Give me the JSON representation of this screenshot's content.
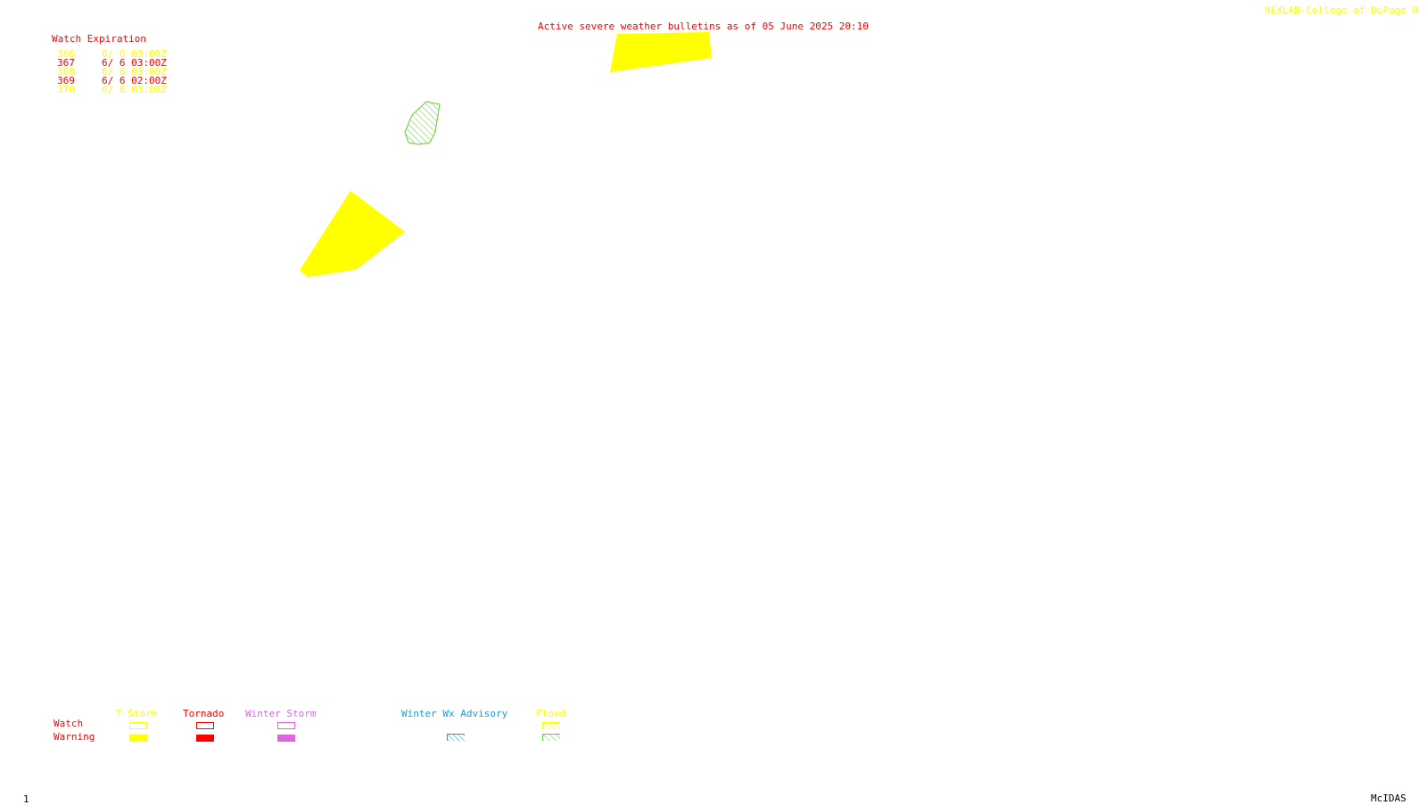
{
  "header": {
    "credit": "NEXLAB-College of DuPage R",
    "title": "Active severe weather bulletins as of 05 June 2025 20:10"
  },
  "watch_table": {
    "heading": "Watch Expiration",
    "rows": [
      {
        "id": "366",
        "expires": "6/ 6 03:00Z",
        "color": "#ffff00"
      },
      {
        "id": "367",
        "expires": "6/ 6 03:00Z",
        "color": "#ff0000"
      },
      {
        "id": "368",
        "expires": "6/ 6 03:00Z",
        "color": "#ffff00"
      },
      {
        "id": "369",
        "expires": "6/ 6 02:00Z",
        "color": "#ff0000"
      },
      {
        "id": "370",
        "expires": "6/ 6 03:00Z",
        "color": "#ffff00"
      }
    ]
  },
  "legend": {
    "row_watch": "Watch",
    "row_warning": "Warning",
    "tstorm": "T-Storm",
    "tornado": "Tornado",
    "winter_storm": "Winter Storm",
    "winter_wx_advisory": "Winter Wx Advisory",
    "flood": "Flood",
    "colors": {
      "tstorm": "#ffff00",
      "tornado": "#ff0000",
      "winter_storm": "#dd66dd",
      "winter_wx_advisory": "#1e9bd7",
      "flood_watch": "#ffff00",
      "flood_warning": "#66cc33",
      "row_label": "#ff0000"
    }
  },
  "footer": {
    "frame": "1",
    "software": "McIDAS"
  }
}
